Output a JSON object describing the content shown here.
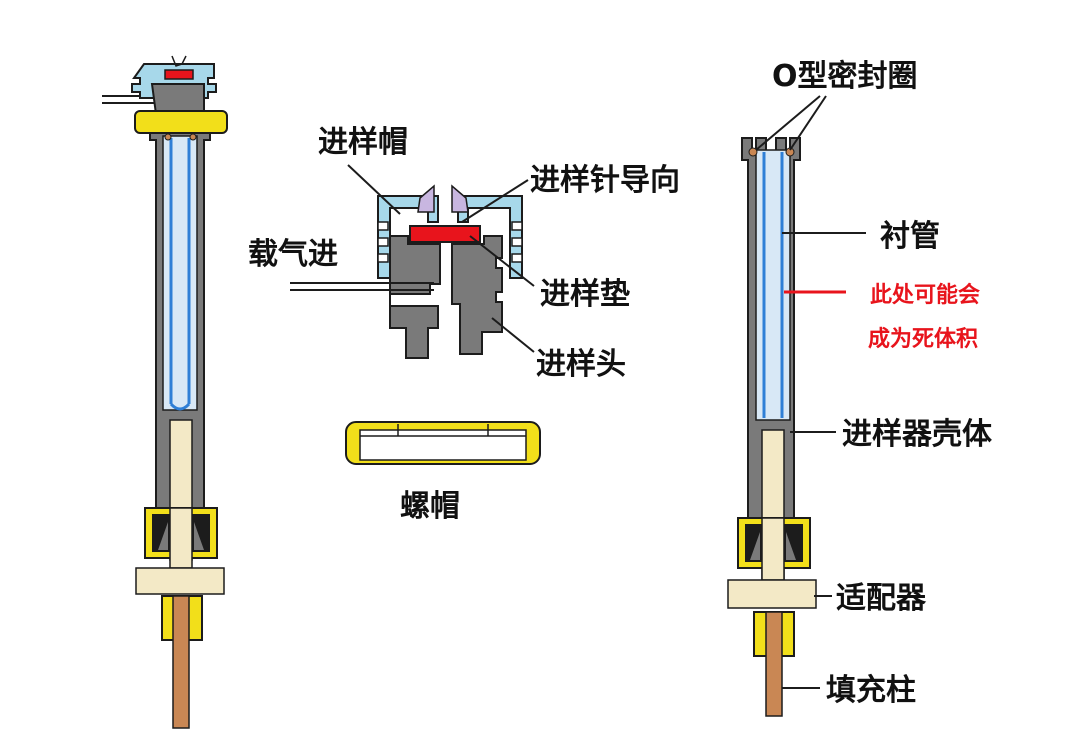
{
  "colors": {
    "housing": "#7a7a7a",
    "housing_stroke": "#1c1c1c",
    "liner": "#2f7fd6",
    "liner_inner": "#d8e8f6",
    "septum": "#e8141c",
    "cap_blue": "#a7d8ea",
    "guide": "#c8b6e0",
    "nut_yellow": "#f2df1a",
    "adapter": "#f3e9c6",
    "column": "#c98754",
    "oring": "#c98754",
    "text": "#111111",
    "text_red": "#e8141c"
  },
  "labels": {
    "inlet_cap": "进样帽",
    "needle_guide": "进样针导向",
    "carrier_gas_in": "载气进",
    "septum": "进样垫",
    "inlet_head": "进样头",
    "nut": "螺帽",
    "o_ring": "O型密封圈",
    "liner": "衬管",
    "dead_volume_line1": "此处可能会",
    "dead_volume_line2": "成为死体积",
    "injector_body": "进样器壳体",
    "adapter": "适配器",
    "column": "填充柱"
  }
}
